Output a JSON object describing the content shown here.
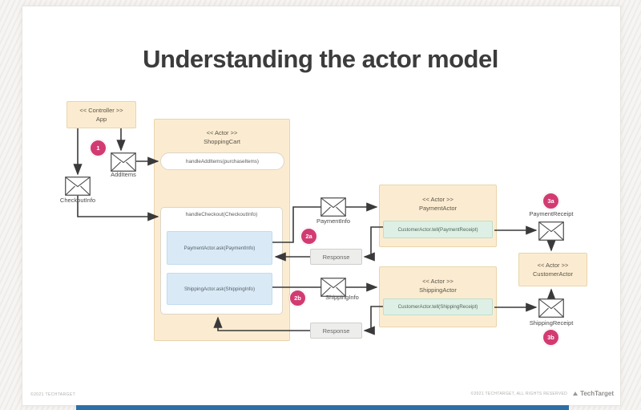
{
  "title": "Understanding the actor model",
  "nodes": {
    "controller": {
      "stereotype": "<< Controller >>",
      "name": "App"
    },
    "shopping_cart": {
      "stereotype": "<< Actor >>",
      "name": "ShoppingCart",
      "handle_add_items": "handleAddItems(purchaseItems)",
      "handle_checkout": "handleCheckout(CheckoutInfo)",
      "ask_payment": "PaymentActor.ask(PaymentInfo)",
      "ask_shipping": "ShippingActor.ask(ShippingInfo)"
    },
    "payment_actor": {
      "stereotype": "<< Actor >>",
      "name": "PaymentActor",
      "tell": "CustomerActor.tell(PaymentReceipt)"
    },
    "shipping_actor": {
      "stereotype": "<< Actor >>",
      "name": "ShippingActor",
      "tell": "CustomerActor.tell(ShippingReceipt)"
    },
    "customer_actor": {
      "stereotype": "<< Actor >>",
      "name": "CustomerActor"
    }
  },
  "messages": {
    "add_items": "AddItems",
    "checkout_info": "CheckoutInfo",
    "payment_info": "PaymentInfo",
    "shipping_info": "ShippingInfo",
    "payment_receipt": "PaymentReceipt",
    "shipping_receipt": "ShippingReceipt",
    "response_payment": "Response",
    "response_shipping": "Response"
  },
  "steps": {
    "step1": "1",
    "step2a": "2a",
    "step2b": "2b",
    "step3a": "3a",
    "step3b": "3b"
  },
  "footer": {
    "left": "©2021 TECHTARGET",
    "right": "©2021 TECHTARGET, ALL RIGHTS RESERVED",
    "brand": "TechTarget"
  },
  "colors": {
    "actor_fill": "#fbecd1",
    "ask_fill": "#d9eaf6",
    "tell_fill": "#def0e5",
    "step_badge": "#d23b71",
    "arrow": "#3a3a3a",
    "footer_bar": "#2e6ea6"
  }
}
